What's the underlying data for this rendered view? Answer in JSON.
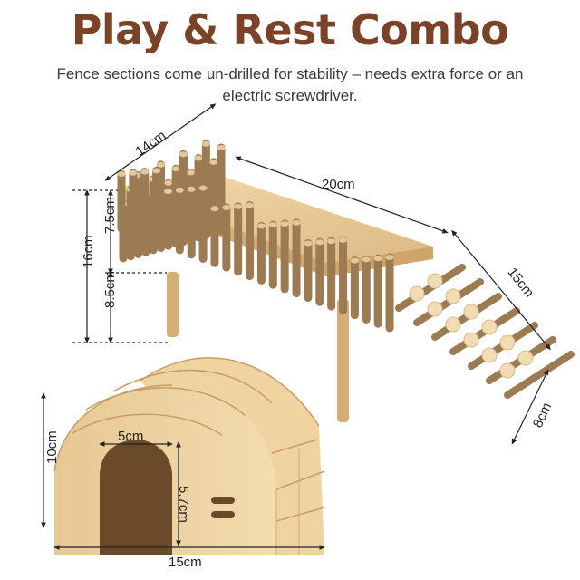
{
  "header": {
    "title": "Play & Rest Combo",
    "subtitle": "Fence sections come un-drilled for stability – needs extra force or an electric screwdriver."
  },
  "dimensions": {
    "platform_depth": "14cm",
    "platform_width": "20cm",
    "total_height": "16cm",
    "upper_height": "7.5cm",
    "lower_height": "8.5cm",
    "ramp_length": "15cm",
    "ramp_width": "8cm",
    "hut_height": "10cm",
    "door_width": "5cm",
    "door_height": "5.7cm",
    "hut_width": "15cm"
  },
  "colors": {
    "title": "#7a4226",
    "wood_light": "#eccf9f",
    "wood_mid": "#d9b47a",
    "stick": "#9c7a52",
    "bead": "#f1dcb3"
  }
}
